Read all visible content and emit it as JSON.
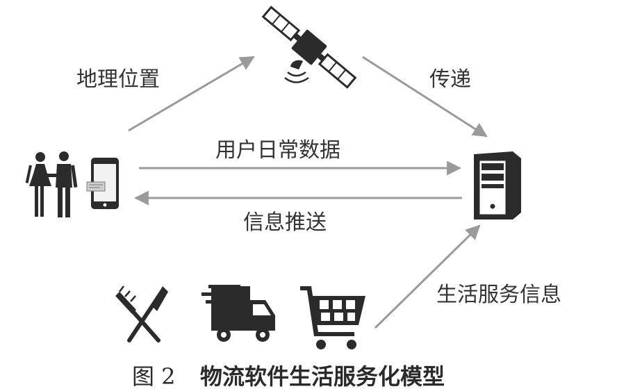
{
  "labels": {
    "location": "地理位置",
    "transmit": "传递",
    "daily_data": "用户日常数据",
    "push": "信息推送",
    "service_info": "生活服务信息"
  },
  "caption": {
    "figure_no": "图 2",
    "title": "物流软件生活服务化模型"
  },
  "colors": {
    "arrow": "#9a9a9a",
    "icon": "#2b2b2b",
    "text": "#333333"
  },
  "icons": [
    "couple-icon",
    "smartphone-icon",
    "satellite-icon",
    "server-icon",
    "fork-knife-icon",
    "delivery-truck-icon",
    "shopping-cart-icon"
  ]
}
